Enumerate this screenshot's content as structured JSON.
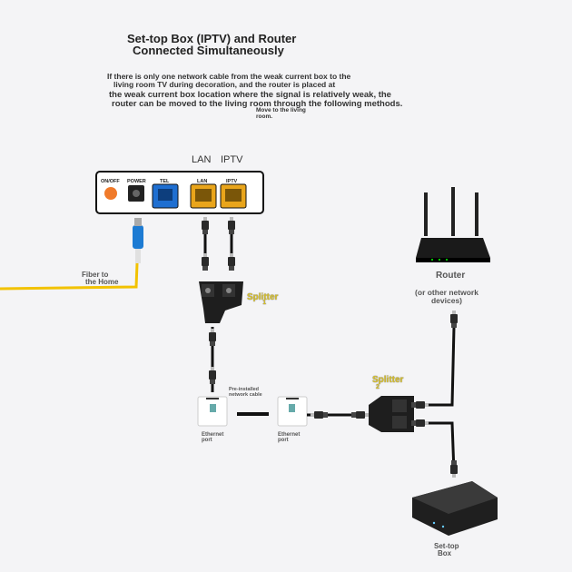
{
  "title": {
    "line1": "Set-top Box (IPTV) and Router",
    "line2": "Connected Simultaneously"
  },
  "intro": {
    "line1": "If there is only one network cable from the weak current box to the",
    "line2": "living room TV during decoration, and the router is placed at",
    "line3": "the weak current box location where the signal is relatively weak, the",
    "line4": "router can be moved to the living room through the following methods.",
    "move_note": "Move to the living room."
  },
  "top_labels": {
    "lan": "LAN",
    "iptv": "IPTV"
  },
  "modem": {
    "on_off": "ON/OFF",
    "power": "POWER",
    "tel": "TEL",
    "lan": "LAN",
    "iptv": "IPTV",
    "colors": {
      "power_button": "#f07a2a",
      "tel_port": "#1f6fd1",
      "lan_port": "#e9a51b"
    }
  },
  "fiber": {
    "label_line1": "Fiber to",
    "label_line2": "the Home",
    "color": "#f2c200"
  },
  "splitter1": {
    "label": "Splitter",
    "number": "1"
  },
  "splitter2": {
    "label": "Splitter",
    "number": "2"
  },
  "ethernet_port_left": {
    "label_line1": "Ethernet",
    "label_line2": "port"
  },
  "ethernet_port_right": {
    "label_line1": "Ethernet",
    "label_line2": "port"
  },
  "cable_note": {
    "line1": "Pre-installed",
    "line2": "network cable"
  },
  "router": {
    "label": "Router",
    "sub_line1": "(or other network",
    "sub_line2": "devices)"
  },
  "settop": {
    "label_line1": "Set-top",
    "label_line2": "Box"
  }
}
